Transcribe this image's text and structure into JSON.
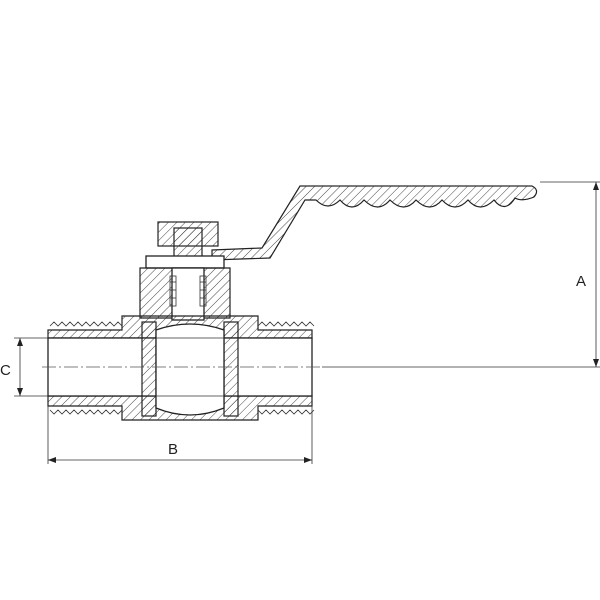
{
  "dimensions": {
    "a_label": "A",
    "b_label": "B",
    "c_label": "C"
  },
  "colors": {
    "line": "#222222",
    "background": "#ffffff"
  }
}
